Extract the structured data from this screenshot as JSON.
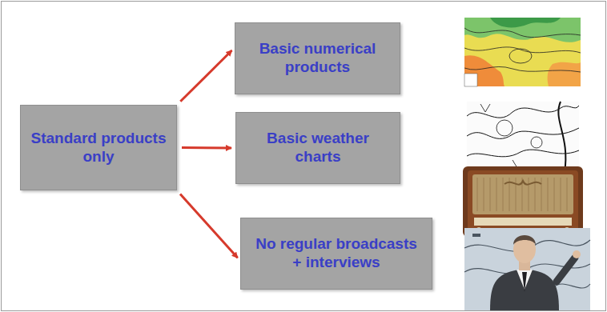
{
  "diagram": {
    "nodes": [
      {
        "text": [
          "Standard products only"
        ]
      },
      {
        "text": [
          "Basic numerical products"
        ]
      },
      {
        "text": [
          "Basic weather charts"
        ]
      },
      {
        "text": [
          "No regular broadcasts + interviews"
        ]
      }
    ],
    "edges": [
      {
        "from": 0,
        "to": 1,
        "arrow": "to"
      },
      {
        "from": 0,
        "to": 2,
        "arrow": "to"
      },
      {
        "from": 0,
        "to": 3,
        "arrow": "to"
      }
    ]
  }
}
